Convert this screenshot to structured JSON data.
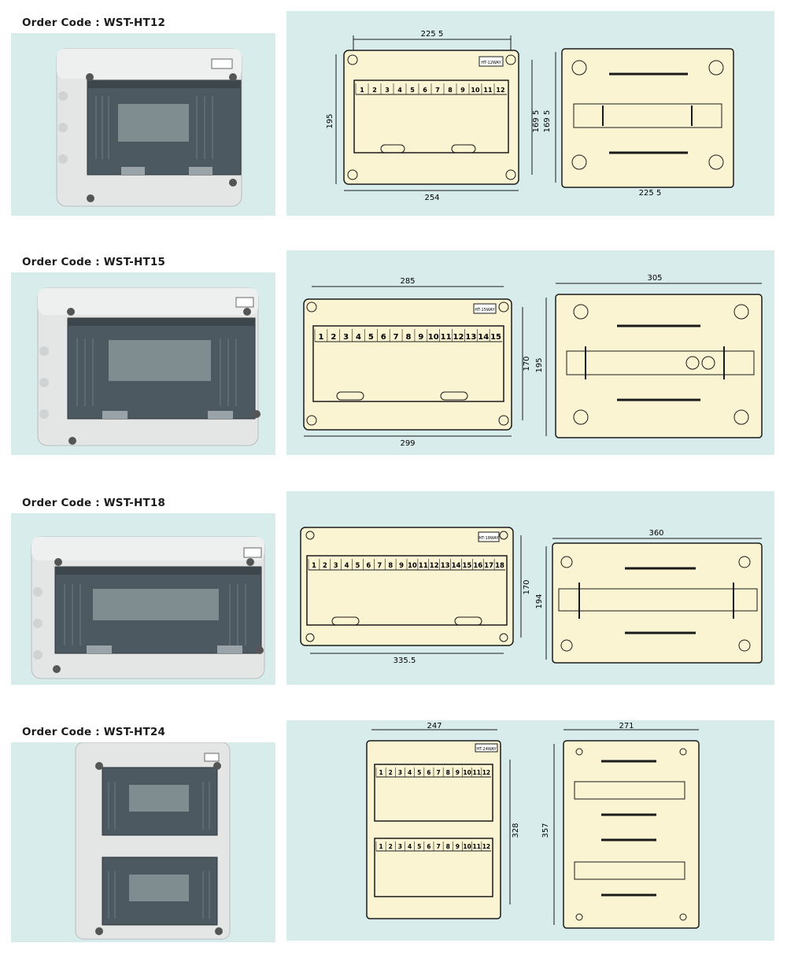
{
  "products": [
    {
      "order_label": "Order Code :",
      "order_code": "WST-HT12",
      "front": {
        "width_label": "225 5",
        "height_label": "195",
        "right_label_a": "169 5",
        "right_label_b": "169 5",
        "bottom_label": "254",
        "ways": [
          "1",
          "2",
          "3",
          "4",
          "5",
          "6",
          "7",
          "8",
          "9",
          "10",
          "11",
          "12"
        ],
        "badge": "HT-12WAY"
      },
      "back": {
        "bottom_label": "225 5"
      }
    },
    {
      "order_label": "Order Code :",
      "order_code": "WST-HT15",
      "front": {
        "width_label": "285",
        "height_label": "170",
        "bottom_label": "299",
        "ways": [
          "1",
          "2",
          "3",
          "4",
          "5",
          "6",
          "7",
          "8",
          "9",
          "10",
          "11",
          "12",
          "13",
          "14",
          "15"
        ],
        "badge": "HT-15WAY"
      },
      "back": {
        "top_label": "305",
        "height_label": "195"
      }
    },
    {
      "order_label": "Order Code :",
      "order_code": "WST-HT18",
      "front": {
        "height_label": "170",
        "bottom_label": "335.5",
        "ways": [
          "1",
          "2",
          "3",
          "4",
          "5",
          "6",
          "7",
          "8",
          "9",
          "10",
          "11",
          "12",
          "13",
          "14",
          "15",
          "16",
          "17",
          "18"
        ],
        "badge": "HT-18WAY"
      },
      "back": {
        "top_label": "360",
        "height_label": "194"
      }
    },
    {
      "order_label": "Order Code :",
      "order_code": "WST-HT24",
      "front": {
        "width_label": "247",
        "height_label": "328",
        "ways": [
          "1",
          "2",
          "3",
          "4",
          "5",
          "6",
          "7",
          "8",
          "9",
          "10",
          "11",
          "12"
        ],
        "badge": "HT-24WAY"
      },
      "back": {
        "top_label": "271",
        "height_label": "357"
      }
    }
  ],
  "colors": {
    "panel": "#d9ecec",
    "drawing_fill": "#fbf4d2",
    "line": "#1a1a1a",
    "enclosure": "#e6e8e8",
    "cover": "#4a555c"
  }
}
